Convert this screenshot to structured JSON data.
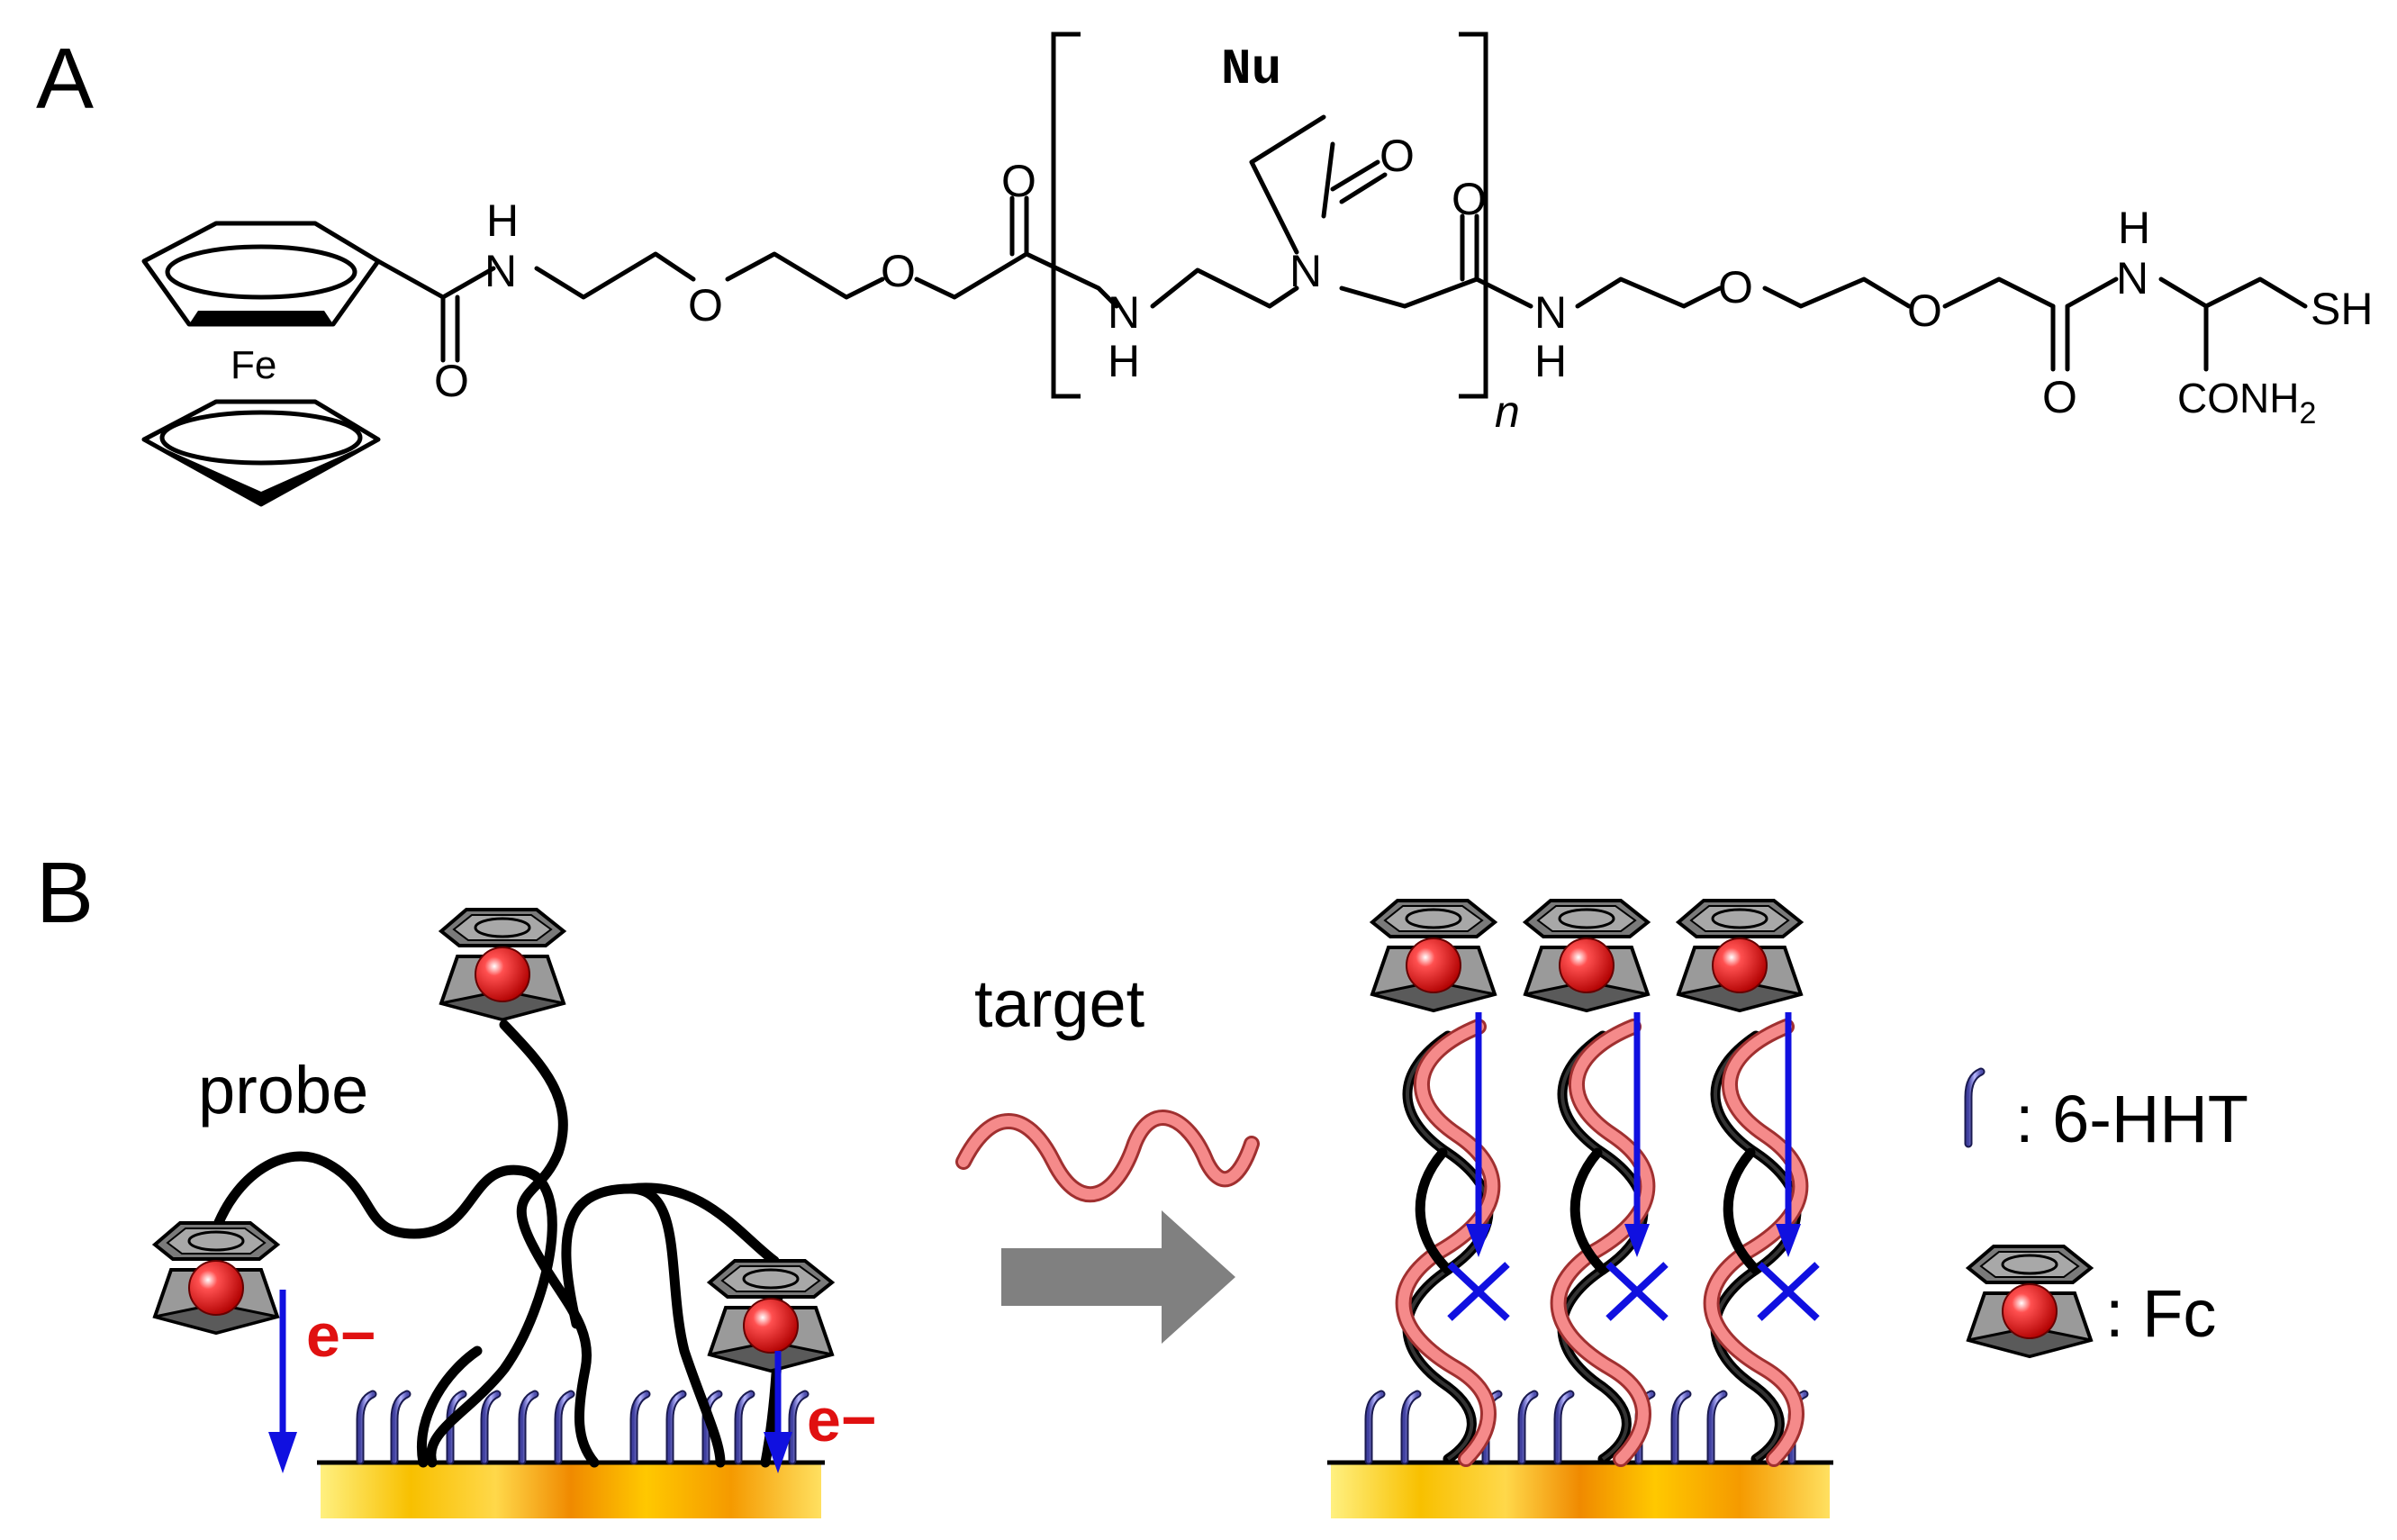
{
  "panels": {
    "a_label": "A",
    "b_label": "B"
  },
  "molecule": {
    "metal": "Fe",
    "side_chain": "Nu",
    "repeat_index": "n",
    "atoms": {
      "nh_top": "H",
      "n1": "N",
      "o_carbonyl1": "O",
      "o_ether1": "O",
      "o_ether2": "O",
      "o_carbonyl2": "O",
      "nh_unit": "N",
      "h_unit": "H",
      "n_tertiary": "N",
      "o_sidechain": "O",
      "o_carbonyl3": "O",
      "n_after": "N",
      "h_after": "H",
      "o_ether3": "O",
      "o_ether4": "O",
      "o_carbonyl4": "O",
      "h_amide": "H",
      "n_amide": "N",
      "thiol": "SH",
      "amide_terminal": "CONH2"
    }
  },
  "scheme": {
    "probe_label": "probe",
    "target_label": "target",
    "electron_label": "e−",
    "legend": {
      "hht": ": 6-HHT",
      "fc": ": Fc"
    },
    "colors": {
      "arrow": "#1010e0",
      "electron": "#e01010",
      "block_arrow": "#808080",
      "target_strand": "#f07878",
      "electrode_gold": "#f5b000",
      "hht": "#8a8ae0"
    }
  }
}
